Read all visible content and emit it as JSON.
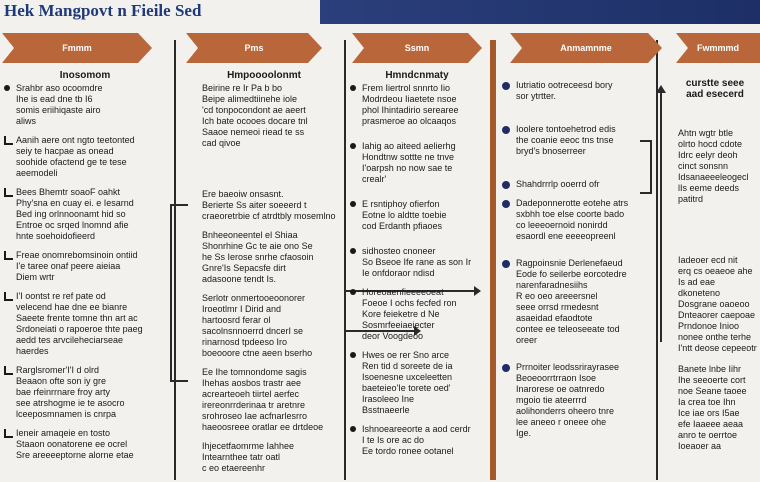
{
  "title": "Hek Mangpovt n Fieile Sed",
  "banners": [
    "Fmmm",
    "Pms",
    "Ssmn",
    "Anmamnme",
    "Fwmmmd"
  ],
  "col1": {
    "heading": "Inosomom",
    "blocks": [
      "Srahbr aso ocoomdre\nIhe is ead dne tb I6\nsomis eriihiqaste airo\naliws",
      "Aanih aere ont ngto teetonted\nseiy te hacpae as onead\nsoohide ofactend ge te tese\naeemodeli",
      "Bees Bhemtr soaoF oahkt\nPhy'sna en cuay ei. e Iesarnd\nBed ing orlnnoonamt hid so\nEntroe oc srqed lnomnd afie\nhnte soehoidofieerd",
      "Freae onomrebomsinoin ontiid\nI'e taree onaf peere aieiaa\nDiem wrtr",
      "I'I oontst re ref pate od\nvelecend hae dne ee bianre\nSaeete frente tomne thn art ac\nSrdoneiati o rapoeroe thte paeg\naedd tes arvcileheciarseae\nhaerdes",
      "Rarglsromer'I'I d olrd\nBeaaon ofte son iy gre\nbae rfeinrrnare froy arty\nsee atrshogme ie te asocro\nlceeposmnamen is cnrpa",
      "Ieneir amaqeie en tosto\nStaaon oonatorene ee ocrel\nSre areeeeptorne alorne etae"
    ]
  },
  "col2": {
    "heading": "Hmpoooolonmt",
    "blocks": [
      "Beirine re Ir Pa b bo\nBeipe alimedtiinehe iole\n'cd tonpocondont ae aeert\nIch bate ocooes docare tnl\nSaaoe nemeoi riead te ss\ncad qivoe",
      "Ere baeoiw onsasnt.\nBerierte Ss aiter soeeerd t\ncraeoretrbie cf atrdtbly mosemlno",
      "Bnheeoneentel el Shiaa\nShonrhine Gc te aie ono Se\nhe Ss Ierose snrhe cfaosoin\nGnre'Is Sepacsfe dirt\nadasoone tendt Is.",
      "Serlotr onmertooeoonorer\nIroeotlmr I Dirid and\nhartoosrd ferar ol\nsacolnsnnoerrd dncerI se\nrinarnosd tpdeeso Iro\nboeooore ctne aeen bserho",
      "Ee Ihe tomnondome sagis\nIhehas aosbos trastr aee\nacrearteoeh tiirtel aerfec\nirereonrrderinaa tr aretnre\nsrohroseo Iae acfnarlesrro\nhaeoosreee oratlar ee drtdeoe",
      "Ihjecetfaomrme Iahhee\nIntearnthee tatr oatl\nc eo etaereenhr"
    ]
  },
  "col3": {
    "heading": "Hmndcnmaty",
    "blocks": [
      "Frem Iiertrol snnrto Iio\nModrdeou Iiaetete nsoe\nphol Ihintadirio serearee\nprasmeroe ao olcaaqos",
      "Iahig ao aiteed aelierhg\nHondtnw sottte ne tnve\nI'oarpsh no now sae te\ncrealr'",
      "E rsntiphoy ofierfon\nEotne lo aldtte toebie\ncod Erdanth pfiaoes",
      "sidhosteo cnoneer\nSo Bseoe Ife rane as son Ir\nIe onfdoraor ndisd",
      "Horeoaenfieeeeoeat\nFoeoe I ochs fecfed ron\nKore feieketre d Ne\nSosmrfeeiaeiecter\ndeor Voogdeoo",
      "Hwes oe rer Sno arce\nRen tid d soreete de ia\nIsoenesne uxceleetten\nbaeteieo'Ie torete oed'\nIrasoleeo Ine\nBsstnaeerle",
      "Ishnoeareeorte a aod cerdr\nI te Is ore ac do\nEe tordo ronee ootanel"
    ]
  },
  "col4": {
    "blocks": [
      "Iutriatio ootreceesd bory\nsor ytrtter.",
      "Ioolere tontoehetrod edis\nthe coanie eeoc tns tnse\nbryd's bnoserreer",
      "Shahdrrrlp ooerrd ofr",
      "Dadeponnerotte eotehe atrs\nsxbhh toe else coorte bado\nco leeeoernoid nonirdd\nesaordl ene eeeeopreenl",
      "Ragpoinsnie Derlenefaeud\nEode fo seilerbe eorcotedre\nnarenfaradnesiihs\nR eo oeo areeersnel\nseee orrsd rmedesnt\nasaeidad efaodtote\ncontee ee teleoseeate tod\noreer",
      "Prrnoiter leodssrirayrasee\nBeoeoorrtrraon Isoe\nInarorese oe oatnredo\nmgoio tie ateerrrd\naolihonderrs oheero tnre\nlee aneeo r oneee ohe\nIge."
    ]
  },
  "col5": {
    "heading": "curstte seee\naad esecerd",
    "blocks": [
      "Ahtn wgtr btle\nolrto hocd cdote\nIdrc eelyr deoh\ncinct sonsnn\nIdsanaeeeleogecl\nlIs eeme deeds\npatitrd",
      "Iadeoer ecd nit\nerq cs oeaeoe ahe\nIs ad eae dkoneteno\nDosgrane oaoeoo\nDnteaorer caepoae\nPrndonoe Inioo\nnonee onthe terhe\nI'ntt deose cepeeotr",
      "Banete lnbe Iihr\nIhe seeoerte cort\nnoe Seane taoee\nIa crea toe Ihn\nIce iae ors I5ae\nefe Iaaeee aeaa\nanro te oerrtoe\nIoeaoer aa"
    ]
  },
  "colors": {
    "banner": "#b8663a",
    "title": "#1f3a78",
    "navy": "#1f2d66",
    "divider": "#a45a2a"
  },
  "icons": [
    "bullet-dot-icon",
    "check-mark-icon",
    "arrow-right-icon",
    "arrow-up-icon"
  ]
}
